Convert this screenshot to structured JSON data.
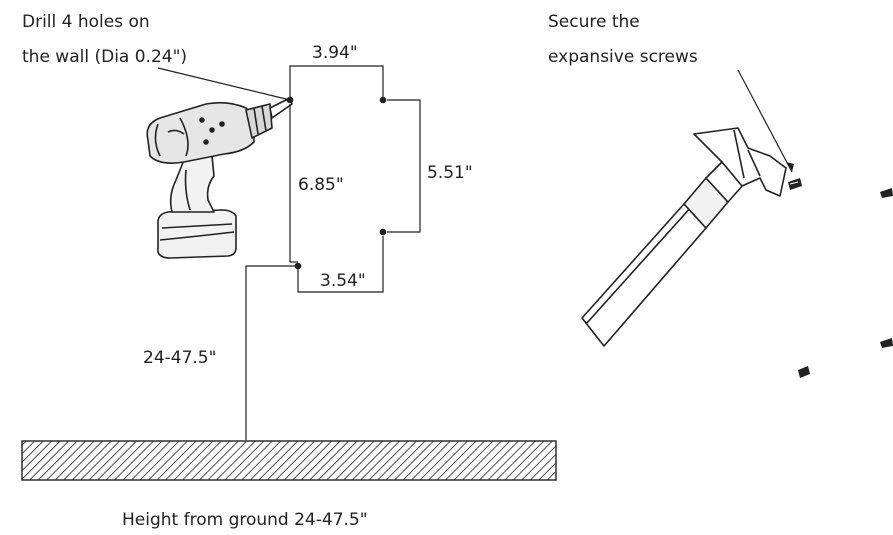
{
  "instructions": {
    "drill_line1": "Drill 4 holes on",
    "drill_line2": "the wall (Dia 0.24\")",
    "secure_line1": "Secure the",
    "secure_line2": "expansive screws",
    "ground_caption": "Height from ground 24-47.5\""
  },
  "dimensions": {
    "top_width": "3.94\"",
    "bottom_width": "3.54\"",
    "left_height": "6.85\"",
    "right_height": "5.51\"",
    "ground_height": "24-47.5\""
  },
  "icons": {
    "drill": "power-drill-icon",
    "hammer": "hammer-icon",
    "anchor": "wall-anchor-icon",
    "ground": "floor-hatch-icon"
  },
  "colors": {
    "line": "#222222",
    "drill_light": "#f2f2f2"
  }
}
